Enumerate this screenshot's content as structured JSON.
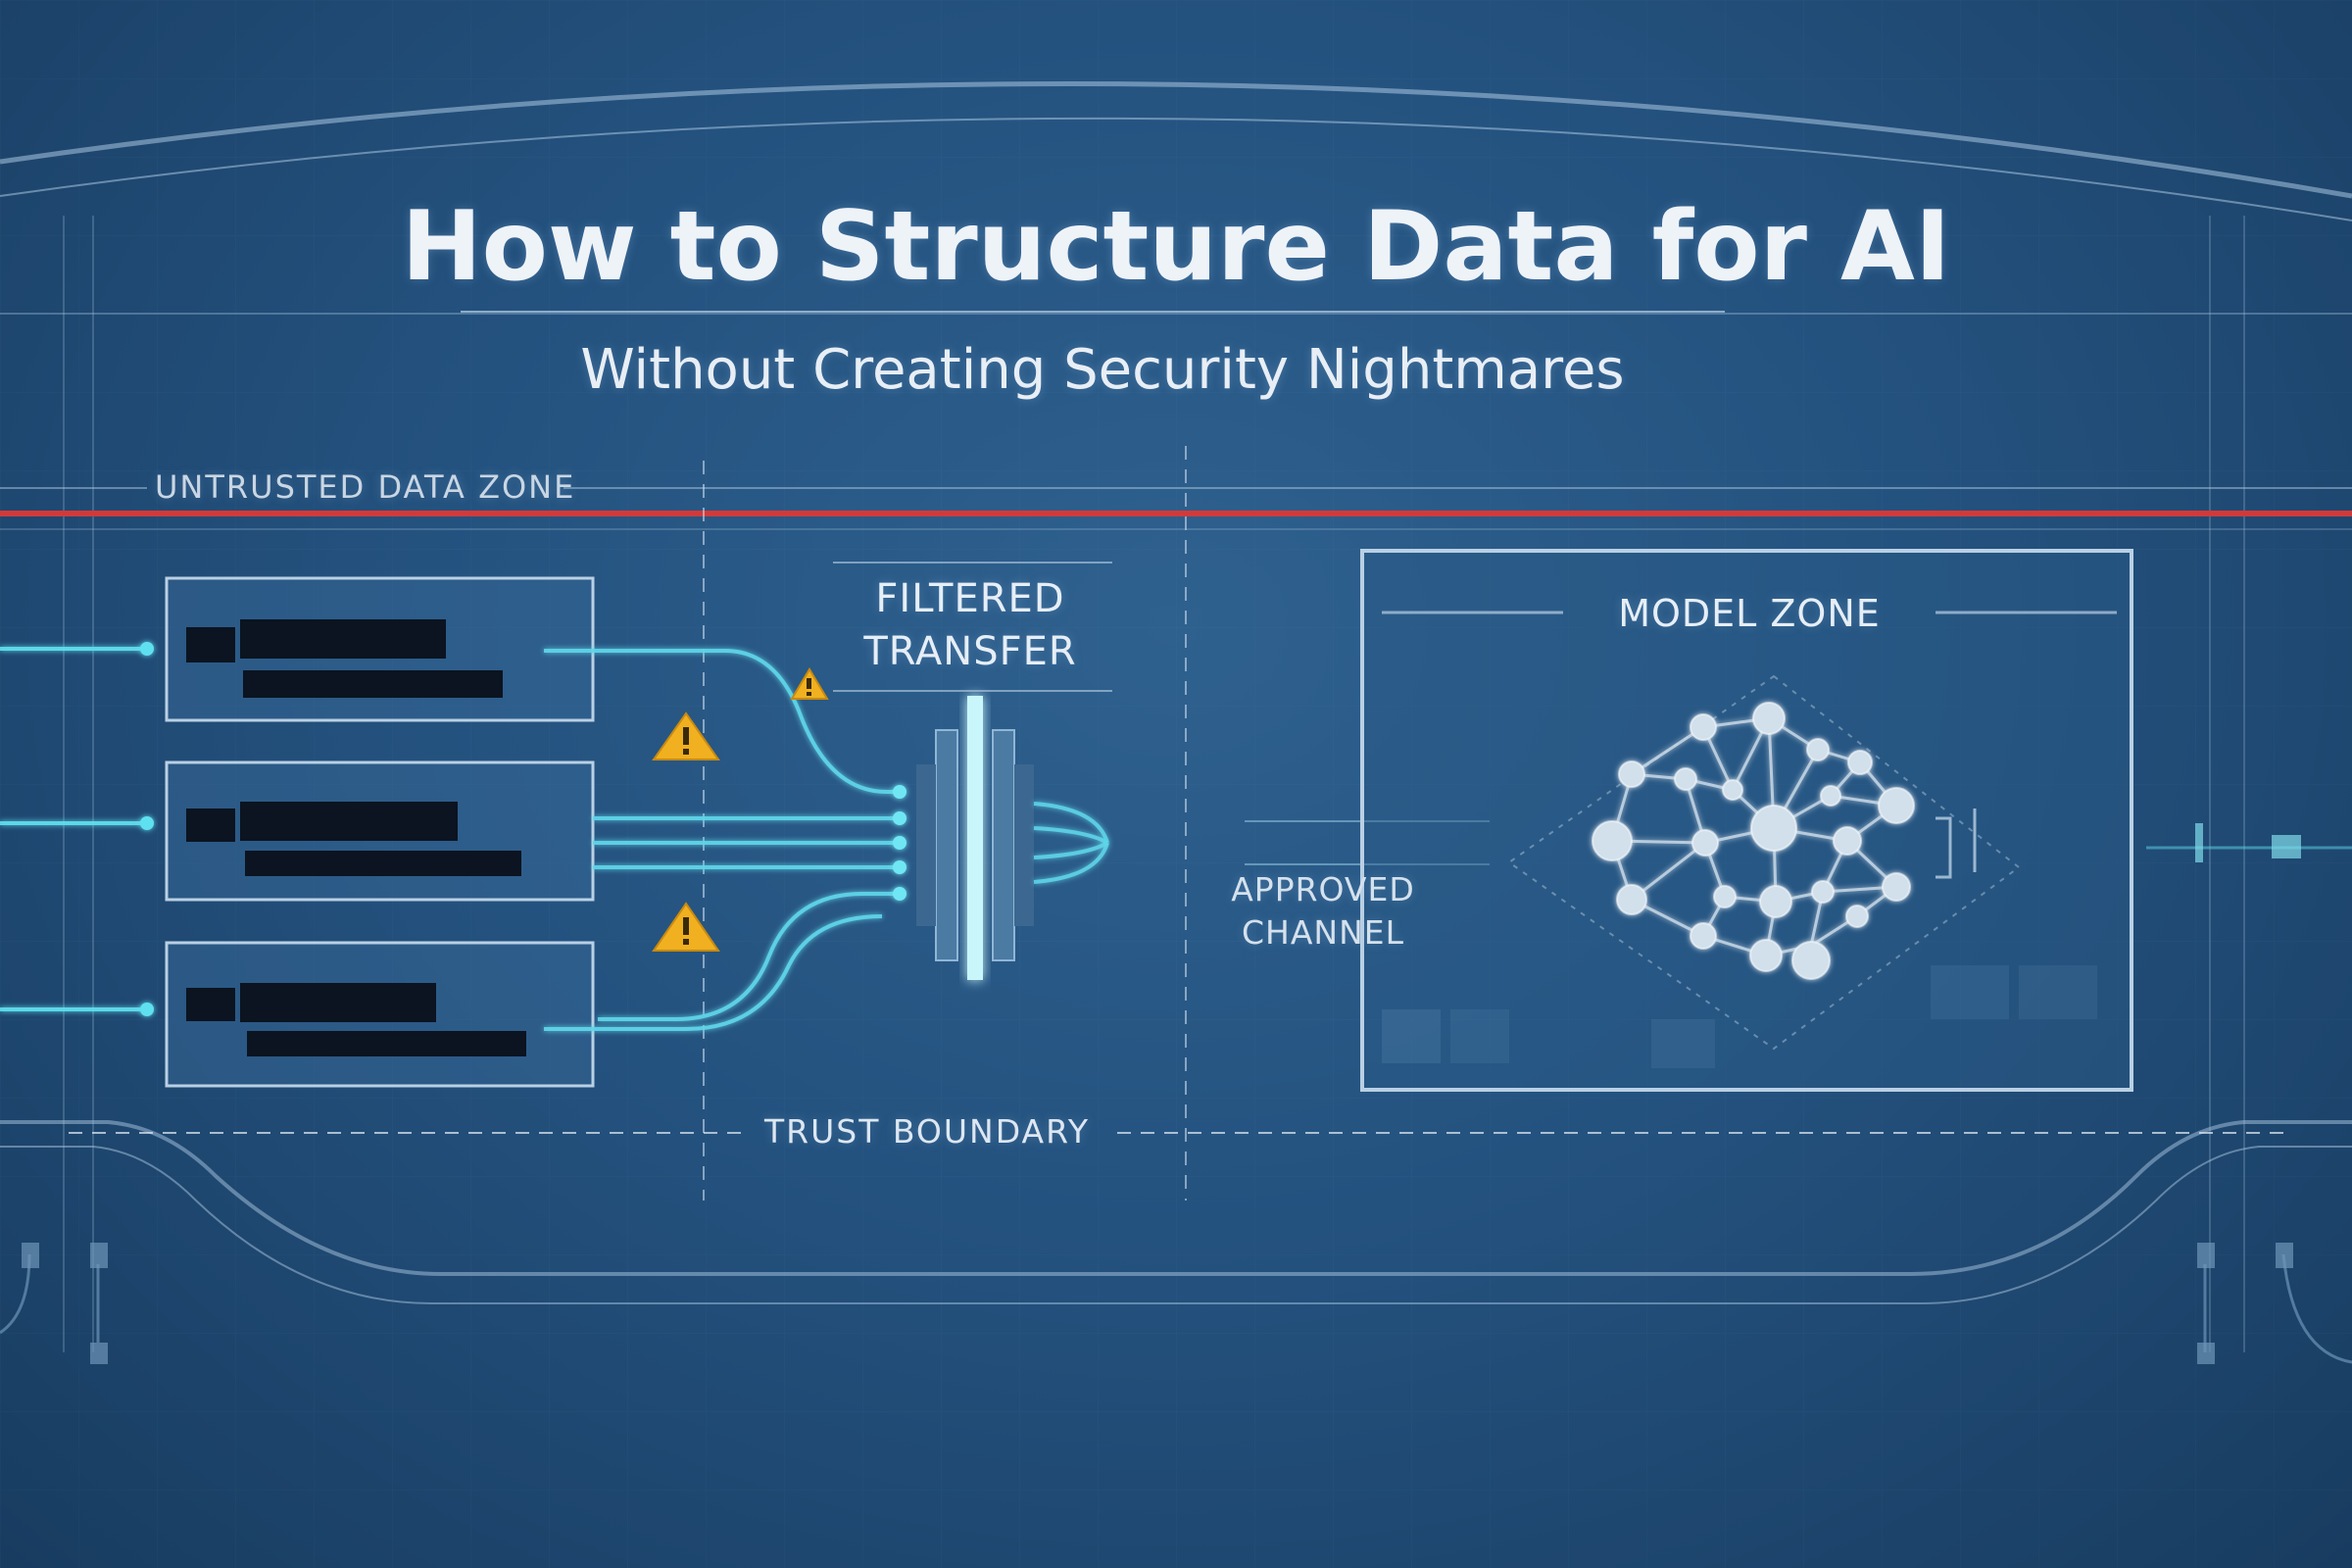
{
  "header": {
    "title": "How to Structure Data for AI",
    "subtitle": "Without Creating Security Nightmares"
  },
  "labels": {
    "untrusted_zone": "UNTRUSTED DATA ZONE",
    "filtered_line1": "FILTERED",
    "filtered_line2": "TRANSFER",
    "approved_line1": "APPROVED",
    "approved_line2": "CHANNEL",
    "model_zone": "MODEL ZONE",
    "trust_boundary": "TRUST BOUNDARY"
  },
  "icons": {
    "warning": "warning-icon",
    "network": "neural-network-icon",
    "filter": "filter-gate-icon"
  },
  "colors": {
    "background": "#24527f",
    "accent_cyan": "#5fe0f0",
    "boundary_red": "#d23a3a",
    "warning": "#f0b020",
    "redaction": "#0b1420"
  }
}
